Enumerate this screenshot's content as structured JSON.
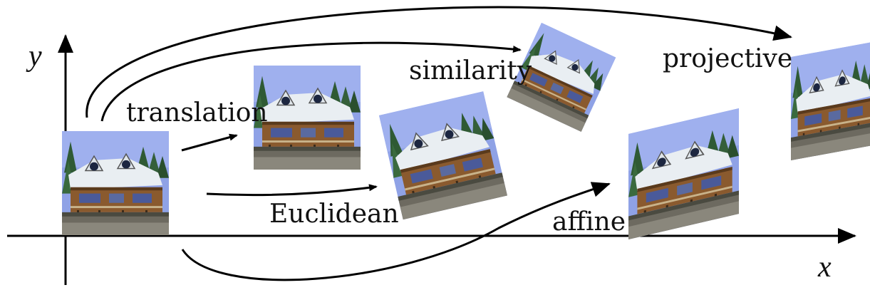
{
  "axes": {
    "x_label": "x",
    "y_label": "y"
  },
  "labels": {
    "translation": "translation",
    "euclidean": "Euclidean",
    "similarity": "similarity",
    "affine": "affine",
    "projective": "projective"
  },
  "colors": {
    "sky": "#8fa2e6",
    "roof": "#e9eef2",
    "wall": "#8a5a2e",
    "trees": "#2f5a34",
    "ground": "#6d6a60"
  },
  "icons": {
    "image": "house-photo"
  }
}
